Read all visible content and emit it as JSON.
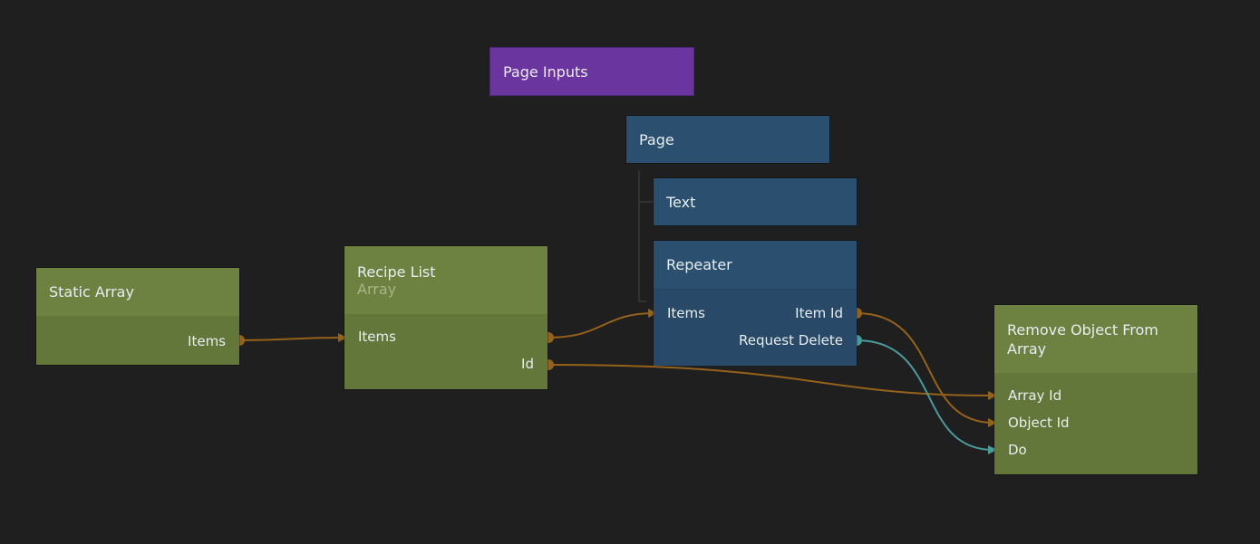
{
  "colors": {
    "background": "#1f1f1f",
    "logic_node": "#6d8240",
    "visual_node": "#2b4f6f",
    "component_node": "#6b35a0",
    "data_wire": "#94621a",
    "signal_wire": "#4a9a9a"
  },
  "nodes": {
    "page_inputs": {
      "title": "Page Inputs"
    },
    "page": {
      "title": "Page"
    },
    "text": {
      "title": "Text"
    },
    "repeater": {
      "title": "Repeater",
      "inputs": [
        "Items"
      ],
      "outputs": [
        "Item Id",
        "Request Delete"
      ]
    },
    "static_array": {
      "title": "Static Array",
      "outputs": [
        "Items"
      ]
    },
    "recipe_list": {
      "title": "Recipe List",
      "subtitle": "Array",
      "inputs": [
        "Items"
      ],
      "outputs": [
        "Id"
      ]
    },
    "remove_object": {
      "title": "Remove Object From Array",
      "inputs": [
        "Array Id",
        "Object Id",
        "Do"
      ]
    }
  }
}
